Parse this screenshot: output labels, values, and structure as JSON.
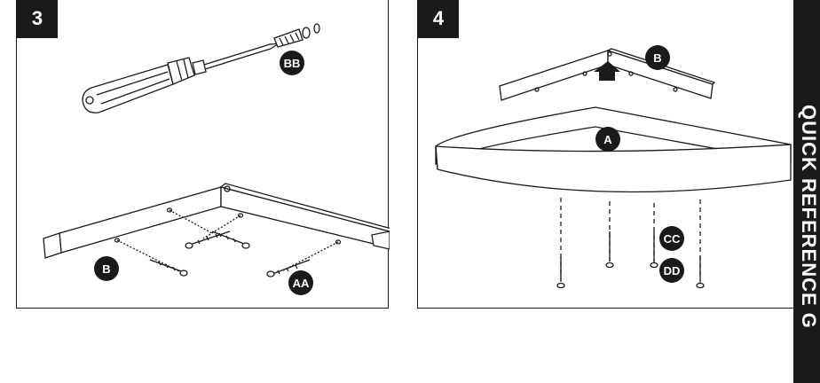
{
  "steps": [
    {
      "number": "3",
      "labels": {
        "bb": "BB",
        "b": "B",
        "aa": "AA"
      }
    },
    {
      "number": "4",
      "labels": {
        "b": "B",
        "a": "A",
        "cc": "CC",
        "dd": "DD"
      }
    }
  ],
  "sidebar": {
    "text": "QUICK REFERENCE G"
  },
  "colors": {
    "ink": "#1a1a1a",
    "paper": "#ffffff"
  }
}
